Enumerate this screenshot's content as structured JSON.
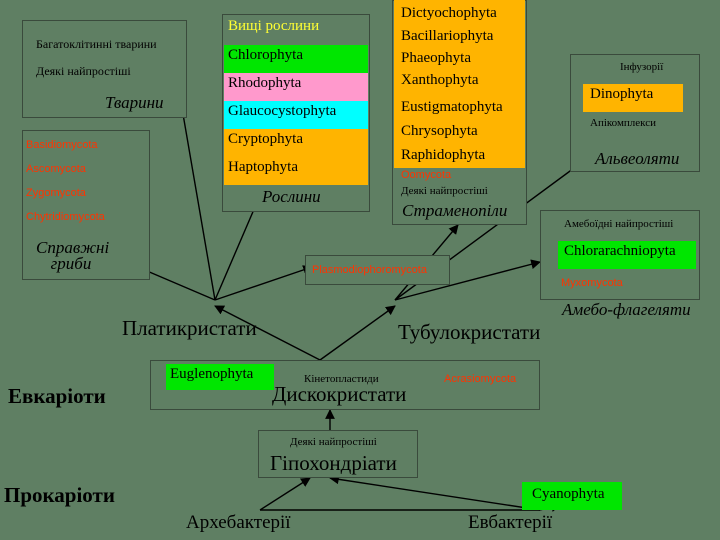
{
  "colors": {
    "background": "#5f7f63",
    "green": "#00e600",
    "pink": "#ff99cc",
    "cyan": "#00ffff",
    "orange": "#ffb400",
    "yellow": "#ffff33",
    "red": "#ff3300"
  },
  "animals": {
    "items": [
      "Багатоклітинні тварини",
      "Деякі найпростіші"
    ],
    "title": "Тварини"
  },
  "plants": {
    "items": [
      "Вищі рослини",
      "Chlorophyta",
      "Rhodophyta",
      "Glaucocystophyta",
      "Cryptophyta",
      "Haptophyta"
    ],
    "title": "Рослини"
  },
  "stramenopiles": {
    "items": [
      "Dictyochophyta",
      "Bacillariophyta",
      "Phaeophyta",
      "Xanthophyta",
      "Eustigmatophyta",
      "Chrysophyta",
      "Raphidophyta",
      "Oomycota",
      "Деякі найпростіші"
    ],
    "title": "Страменопіли"
  },
  "alveolates": {
    "items": [
      "Інфузорії",
      "Dinophyta",
      "Апікомплекси"
    ],
    "title": "Альвеоляти"
  },
  "fungi": {
    "items": [
      "Basidiomycota",
      "Ascomycota",
      "Zygomycota",
      "Chytridiomycota"
    ],
    "title": "Справжні гриби"
  },
  "plasmodiophoromycota": "Plasmodiophoromycota",
  "amoeboflagellates": {
    "items": [
      "Амебоїдні найпростіші",
      "Chlorarachniopyta",
      "Myxomycota"
    ],
    "title": "Амебо-флагеляти"
  },
  "platycristates": "Платикристати",
  "tubulocristates": "Тубулокристати",
  "eukaryotes": "Евкаріоти",
  "discocristates": {
    "items": [
      "Euglenophyta",
      "Кінетопластиди",
      "Acrasiomycota"
    ],
    "title": "Дискокристати"
  },
  "hypochondria": {
    "items": [
      "Деякі найпростіші"
    ],
    "title": "Гіпохондріати"
  },
  "prokaryotes": "Прокаріоти",
  "cyanophyta": "Cyanophyta",
  "archaebacteria": "Архебактерії",
  "eubacteria": "Евбактерії"
}
